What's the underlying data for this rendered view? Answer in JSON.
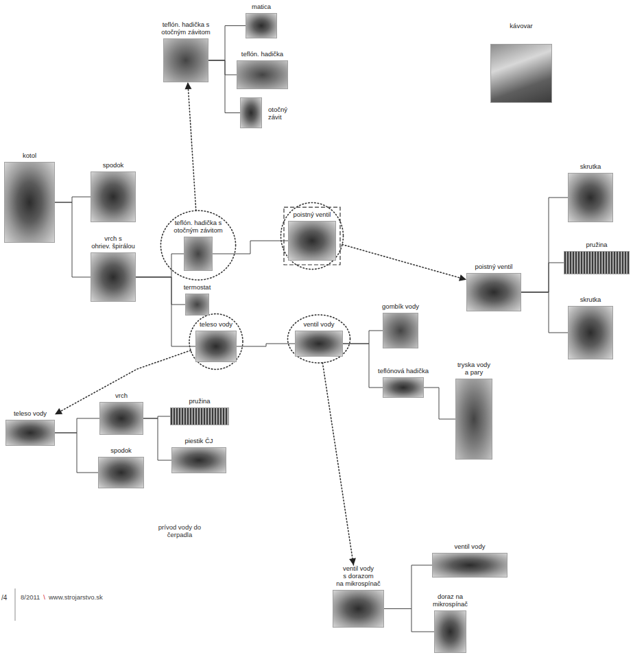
{
  "diagram": {
    "nodes": [
      {
        "text": [
          "teflón. hadička s otočným závitom"
        ]
      },
      {
        "text": [
          "matica"
        ]
      },
      {
        "text": [
          "teflón. hadička"
        ]
      },
      {
        "text": [
          "otočný závit"
        ]
      },
      {
        "text": [
          "kávovar"
        ]
      },
      {
        "text": [
          "kotol"
        ]
      },
      {
        "text": [
          "spodok"
        ]
      },
      {
        "text": [
          "vrch s ohriev. špirálou"
        ]
      },
      {
        "text": [
          "teflón. hadička s otočným závitom"
        ]
      },
      {
        "text": [
          "poistný ventil"
        ]
      },
      {
        "text": [
          "termostat"
        ]
      },
      {
        "text": [
          "teleso vody"
        ]
      },
      {
        "text": [
          "ventil vody"
        ]
      },
      {
        "text": [
          "gombík vody"
        ]
      },
      {
        "text": [
          "teflónová hadička"
        ]
      },
      {
        "text": [
          "tryska vody a pary"
        ]
      },
      {
        "text": [
          "poistný ventil"
        ]
      },
      {
        "text": [
          "skrutka"
        ]
      },
      {
        "text": [
          "pružina"
        ]
      },
      {
        "text": [
          "skrutka"
        ]
      },
      {
        "text": [
          "teleso vody"
        ]
      },
      {
        "text": [
          "vrch"
        ]
      },
      {
        "text": [
          "spodok"
        ]
      },
      {
        "text": [
          "pružina"
        ]
      },
      {
        "text": [
          "piestik ČJ"
        ]
      },
      {
        "text": [
          "ventil vody s dorazom na mikrospínač"
        ]
      },
      {
        "text": [
          "ventil vody"
        ]
      },
      {
        "text": [
          "doraz na mikrospínač"
        ]
      }
    ],
    "edges": [
      {
        "from": 0,
        "to": 1,
        "arrow": "none"
      },
      {
        "from": 0,
        "to": 2,
        "arrow": "none"
      },
      {
        "from": 0,
        "to": 3,
        "arrow": "none"
      },
      {
        "from": 5,
        "to": 6,
        "arrow": "none"
      },
      {
        "from": 5,
        "to": 7,
        "arrow": "none"
      },
      {
        "from": 7,
        "to": 8,
        "arrow": "none"
      },
      {
        "from": 7,
        "to": 10,
        "arrow": "none"
      },
      {
        "from": 7,
        "to": 11,
        "arrow": "none"
      },
      {
        "from": 8,
        "to": 9,
        "arrow": "none"
      },
      {
        "from": 11,
        "to": 12,
        "arrow": "none"
      },
      {
        "from": 12,
        "to": 13,
        "arrow": "none"
      },
      {
        "from": 12,
        "to": 14,
        "arrow": "none"
      },
      {
        "from": 14,
        "to": 15,
        "arrow": "none"
      },
      {
        "from": 16,
        "to": 17,
        "arrow": "none"
      },
      {
        "from": 16,
        "to": 18,
        "arrow": "none"
      },
      {
        "from": 16,
        "to": 19,
        "arrow": "none"
      },
      {
        "from": 20,
        "to": 21,
        "arrow": "none"
      },
      {
        "from": 20,
        "to": 22,
        "arrow": "none"
      },
      {
        "from": 21,
        "to": 23,
        "arrow": "none"
      },
      {
        "from": 21,
        "to": 24,
        "arrow": "none"
      },
      {
        "from": 25,
        "to": 26,
        "arrow": "none"
      },
      {
        "from": 25,
        "to": 27,
        "arrow": "none"
      },
      {
        "from": 8,
        "to": 0,
        "arrow": "to"
      },
      {
        "from": 9,
        "to": 16,
        "arrow": "to"
      },
      {
        "from": 11,
        "to": 20,
        "arrow": "to"
      },
      {
        "from": 12,
        "to": 25,
        "arrow": "to"
      }
    ],
    "labels": [
      "prívod vody do čerpadla",
      "/4",
      "8/2011",
      "\\",
      "www.strojarstvo.sk"
    ]
  }
}
